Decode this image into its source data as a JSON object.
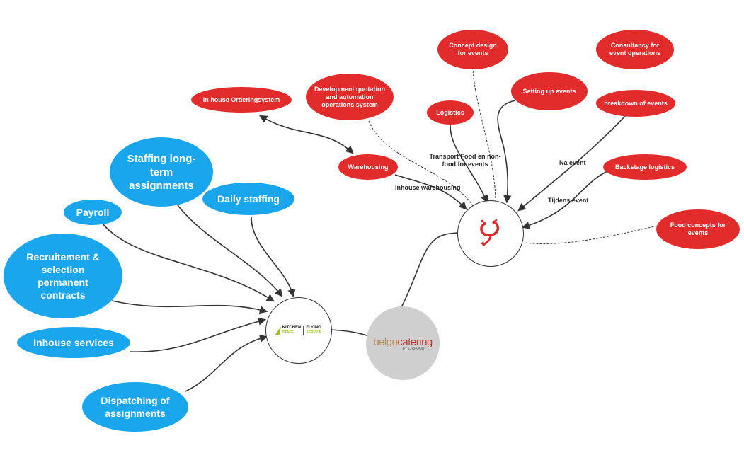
{
  "hubs": {
    "kitchen_staff": {
      "left_word_1": "KITCHEN",
      "left_word_2": "STAFF",
      "right_word_1": "FLYING",
      "right_word_2": "SERVICE"
    },
    "belgocatering": {
      "brand_part_1": "belgo",
      "brand_part_2": "catering",
      "tagline": "BY CIRFOOD"
    }
  },
  "blue_nodes": {
    "staffing_long_term": "Staffing long-term assignments",
    "daily_staffing": "Daily staffing",
    "payroll": "Payroll",
    "recruitement": "Recruitement & selection permanent contracts",
    "inhouse_services": "Inhouse services",
    "dispatching": "Dispatching of assignments"
  },
  "red_nodes": {
    "concept_design": "Concept design for events",
    "consultancy": "Consultancy for event operations",
    "development_quotation": "Development quotation and automation operations system",
    "in_house_ordering": "In house Orderingsystem",
    "setting_up": "Setting up events",
    "logistics": "Logistics",
    "breakdown": "breakdown of events",
    "warehousing": "Warehousing",
    "backstage": "Backstage logistics",
    "food_concepts": "Food concepts for events"
  },
  "edge_labels": {
    "transport_food": "Transport Food en non-food for events",
    "inhouse_warehousing": "Inhouse warehousing",
    "na_event": "Na event",
    "tijdens_event": "Tijdens event"
  },
  "colors": {
    "red_node": "#e22b2b",
    "blue_node": "#1aa6ec",
    "belgo_hub": "#cfcfcf",
    "line": "#333333"
  }
}
